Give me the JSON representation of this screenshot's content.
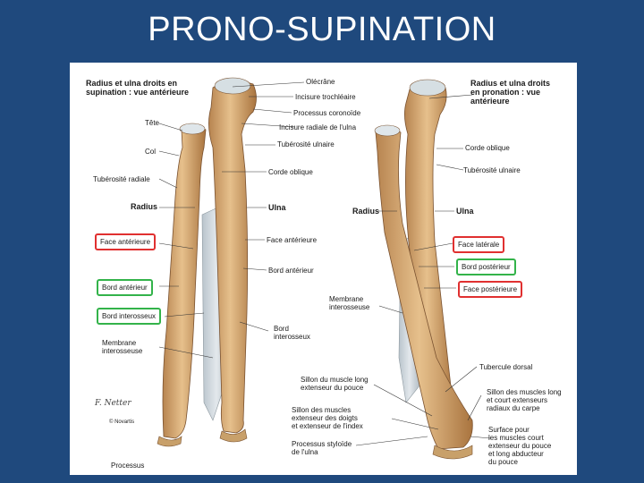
{
  "slide": {
    "title": "PRONO-SUPINATION"
  },
  "figure": {
    "left_heading": "Radius et ulna droits en\nsupination : vue antérieure",
    "right_heading": "Radius et ulna droits\nen pronation : vue\nantérieure",
    "labels": {
      "olecrane": "Olécrâne",
      "incisure_trochleaire": "Incisure trochléaire",
      "processus_coronoide": "Processus coronoïde",
      "incisure_radiale": "Incisure radiale de l'ulna",
      "tuberosite_ulnaire_l": "Tubérosité ulnaire",
      "corde_oblique_l": "Corde oblique",
      "tete": "Tête",
      "col": "Col",
      "tuberosite_radiale": "Tubérosité radiale",
      "radius_l": "Radius",
      "ulna_l": "Ulna",
      "face_anterieure_ulna": "Face antérieure",
      "bord_anterieur_ulna": "Bord antérieur",
      "bord_interosseux_ulna": "Bord\ninterosseux",
      "membrane_l": "Membrane\ninterosseuse",
      "processus_radius": "Processus",
      "corde_oblique_r": "Corde oblique",
      "tuberosite_ulnaire_r": "Tubérosité ulnaire",
      "radius_r": "Radius",
      "ulna_r": "Ulna",
      "membrane_r": "Membrane\ninterosseuse",
      "tubercule_dorsal": "Tubercule dorsal",
      "sillon_long_ext": "Sillon du muscle long\nextenseur du pouce",
      "sillon_ext_doigts": "Sillon des muscles\nextenseur des doigts\net extenseur de l'index",
      "processus_styloide_ulna": "Processus styloïde\nde l'ulna",
      "sillon_long_court": "Sillon des muscles long\net court extenseurs\nradiaux du carpe",
      "surface_pour": "Surface pour\nles muscles court\nextenseur du pouce\net long abducteur\ndu pouce",
      "signature": "F. Netter",
      "copyright": "© Novartis"
    },
    "boxes": {
      "face_anterieure": "Face antérieure",
      "bord_anterieur": "Bord antérieur",
      "bord_interosseux": "Bord interosseux",
      "face_laterale": "Face latérale",
      "bord_posterieur": "Bord postérieur",
      "face_posterieure": "Face postérieure"
    },
    "colors": {
      "bone": "#d9b07a",
      "bone_shadow": "#a9743f",
      "membrane": "#c9d2d8",
      "box_red": "#e03030",
      "box_green": "#33b34a"
    }
  }
}
